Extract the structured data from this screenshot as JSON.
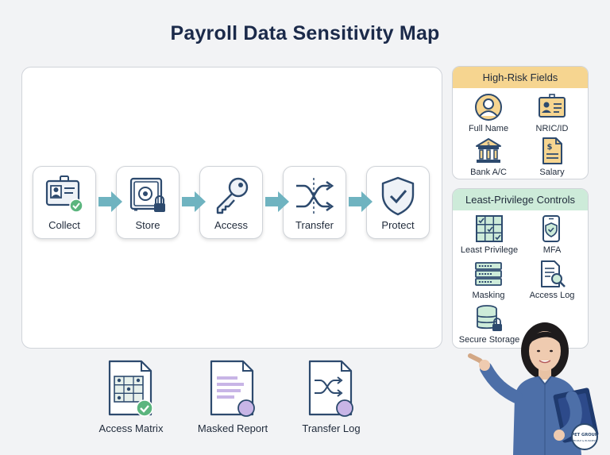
{
  "title": "Payroll Data Sensitivity Map",
  "flow": {
    "steps": [
      {
        "label": "Collect",
        "icon": "id-badge-check-icon"
      },
      {
        "label": "Store",
        "icon": "safe-lock-icon"
      },
      {
        "label": "Access",
        "icon": "key-icon"
      },
      {
        "label": "Transfer",
        "icon": "shuffle-arrows-icon"
      },
      {
        "label": "Protect",
        "icon": "shield-check-icon"
      }
    ]
  },
  "high_risk": {
    "title": "High-Risk Fields",
    "header_color": "#f6d590",
    "fields": [
      {
        "label": "Full Name",
        "icon": "person-icon"
      },
      {
        "label": "NRIC/ID",
        "icon": "id-card-icon"
      },
      {
        "label": "Bank A/C",
        "icon": "bank-icon"
      },
      {
        "label": "Salary",
        "icon": "salary-document-icon"
      }
    ]
  },
  "controls": {
    "title": "Least-Privilege Controls",
    "header_color": "#cdebd9",
    "items": [
      {
        "label": "Least Privilege",
        "icon": "access-grid-icon"
      },
      {
        "label": "MFA",
        "icon": "phone-shield-icon"
      },
      {
        "label": "Masking",
        "icon": "masking-bars-icon"
      },
      {
        "label": "Access Log",
        "icon": "log-search-icon"
      },
      {
        "label": "Secure Storage",
        "icon": "database-lock-icon"
      }
    ]
  },
  "documents": [
    {
      "label": "Access Matrix",
      "icon": "access-matrix-doc-icon"
    },
    {
      "label": "Masked Report",
      "icon": "masked-report-doc-icon"
    },
    {
      "label": "Transfer Log",
      "icon": "transfer-log-doc-icon"
    }
  ],
  "presenter": {
    "badge_line1": "PET GROUP",
    "badge_line2": "PEOPLE & BUSINESS"
  },
  "colors": {
    "accent_teal": "#6fb3c0",
    "icon_blue": "#2d4a6e",
    "check_green": "#5bb57e",
    "doc_purple": "#c8b5e6"
  }
}
